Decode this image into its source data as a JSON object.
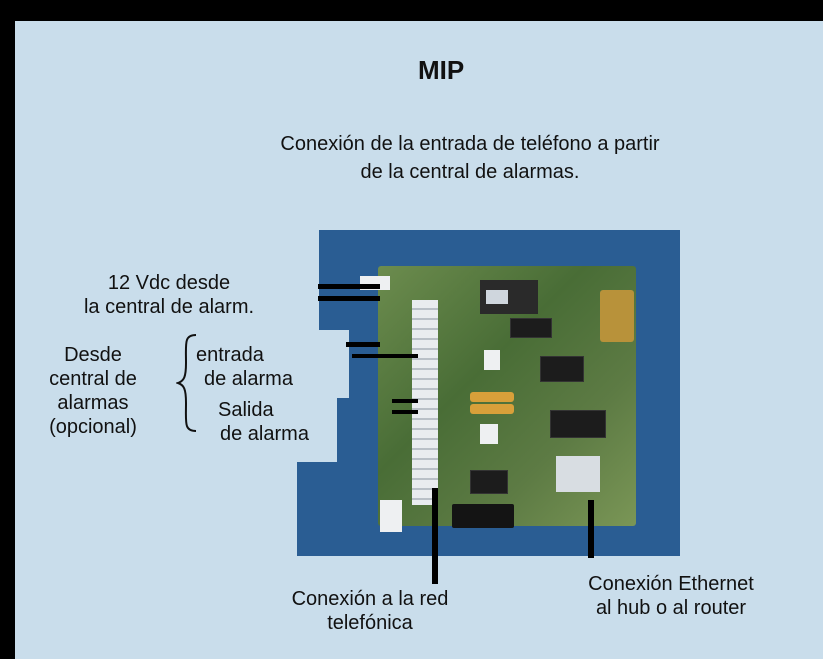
{
  "title": "MIP",
  "subtitle": {
    "line1": "Conexión de la entrada de teléfono a partir",
    "line2": "de la central de alarmas."
  },
  "labels": {
    "power_line1": "12 Vdc desde",
    "power_line2": "la central de alarm.",
    "from_central_line1": "Desde",
    "from_central_line2": "central de",
    "from_central_line3": "alarmas",
    "from_central_line4": "(opcional)",
    "alarm_input_line1": "entrada",
    "alarm_input_line2": "de alarma",
    "alarm_output_line1": "Salida",
    "alarm_output_line2": "de alarma",
    "phone_line1": "Conexión a la red",
    "phone_line2": "telefónica",
    "ethernet_line1": "Conexión Ethernet",
    "ethernet_line2": "al hub o al router"
  },
  "colors": {
    "panel_bg": "#c9ddeb",
    "board_bg": "#2a5d93",
    "frame": "#000000"
  }
}
